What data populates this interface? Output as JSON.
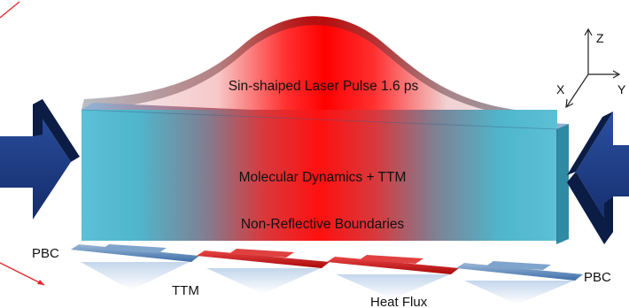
{
  "laser_label": "Sin-shaiped Laser Pulse 1.6 ps",
  "md_label": "Molecular Dynamics + TTM",
  "boundary_label": "Non-Reflective Boundaries",
  "pbc_left": "PBC",
  "pbc_right": "PBC",
  "ttm_label": "TTM",
  "heat_flux_label": "Heat Flux",
  "axes": {
    "z": "Z",
    "x": "X",
    "y": "Y"
  },
  "colors": {
    "slab_blue": "#4fb8cf",
    "laser_red": "#ff0000",
    "arrow_navy": "#1c3a82",
    "arrow_dark": "#0b1c45",
    "pointer_red": "#e4242b"
  }
}
